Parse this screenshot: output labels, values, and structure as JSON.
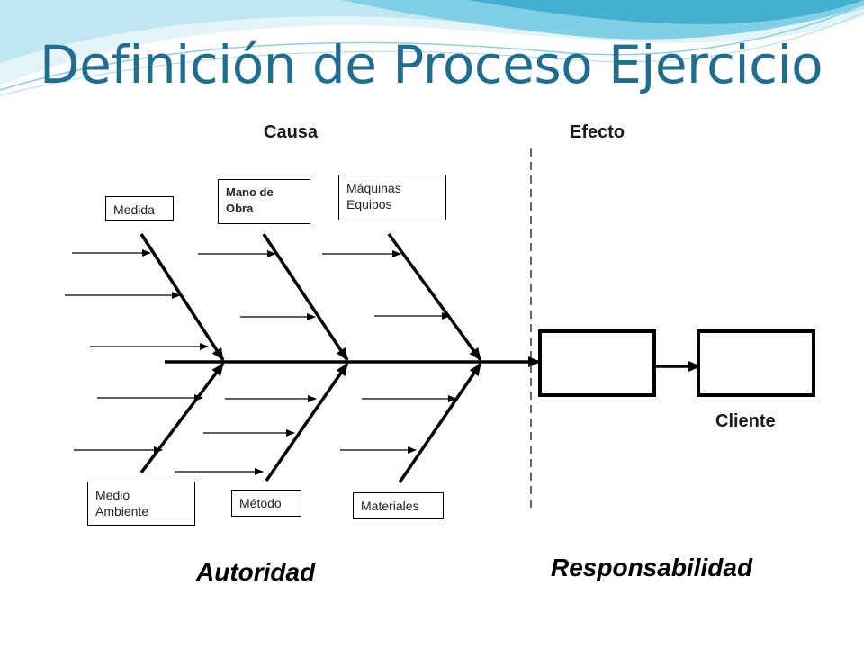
{
  "title": "Definición de Proceso Ejercicio",
  "headings": {
    "cause": "Causa",
    "effect": "Efecto"
  },
  "causes": {
    "top": [
      "Medida",
      "Mano de\nObra",
      "Máquinas\nEquipos"
    ],
    "bottom": [
      "Medio\nAmbiente",
      "Método",
      "Materiales"
    ]
  },
  "effect": {
    "label": "Cliente"
  },
  "footer": {
    "left": "Autoridad",
    "right": "Responsabilidad"
  },
  "colors": {
    "title": "#1f6e8f",
    "wave_light": "#bfe6f2",
    "wave_mid": "#7fd0e6",
    "wave_dark": "#2aa3c8"
  }
}
